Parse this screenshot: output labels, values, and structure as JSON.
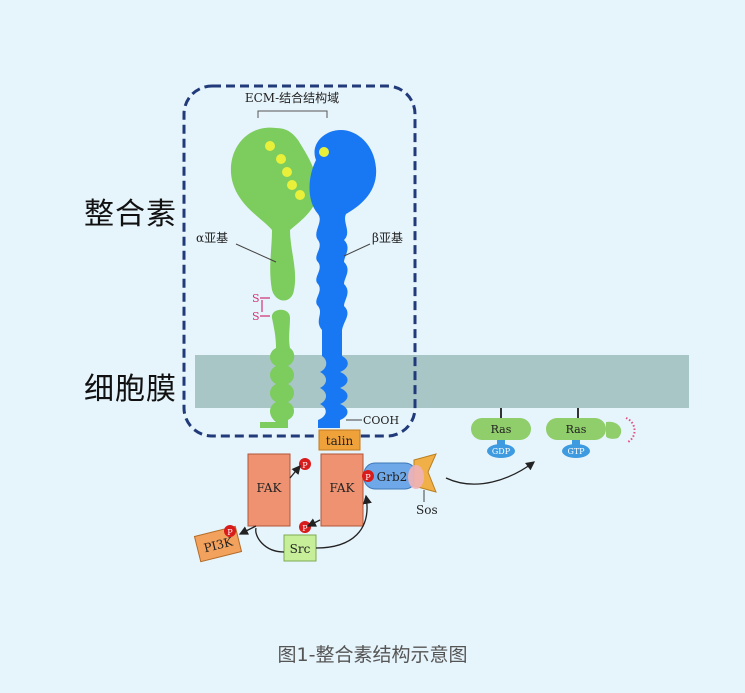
{
  "labels": {
    "integrin": "整合素",
    "membrane": "细胞膜",
    "ecm_domain": "ECM-结合结构域",
    "alpha_subunit": "α亚基",
    "beta_subunit": "β亚基",
    "disulfide_s1": "S",
    "disulfide_s2": "S",
    "cooh": "COOH",
    "talin": "talin",
    "fak_left": "FAK",
    "fak_right": "FAK",
    "grb2": "Grb2",
    "sos": "Sos",
    "pi3k": "PI3K",
    "src": "Src",
    "ras_left": "Ras",
    "ras_right": "Ras",
    "gdp": "GDP",
    "gtp": "GTP",
    "phospho": "P"
  },
  "caption": "图1-整合素结构示意图",
  "colors": {
    "background": "#e6f4fb",
    "membrane": "#a9c6c6",
    "alpha_green": "#7ccc5e",
    "beta_blue": "#1877f2",
    "ligand_yellow": "#e9f03a",
    "fak_orange": "#ef9272",
    "talin_orange": "#f0a23a",
    "grb2_blue": "#6fa8e8",
    "sos_orange": "#f0b047",
    "src_green": "#c7ef9a",
    "pi3k_orange": "#f2a25c",
    "ras_green": "#8fce6a",
    "dashed_box": "#213a7a",
    "phospho_red": "#d81b1b"
  }
}
